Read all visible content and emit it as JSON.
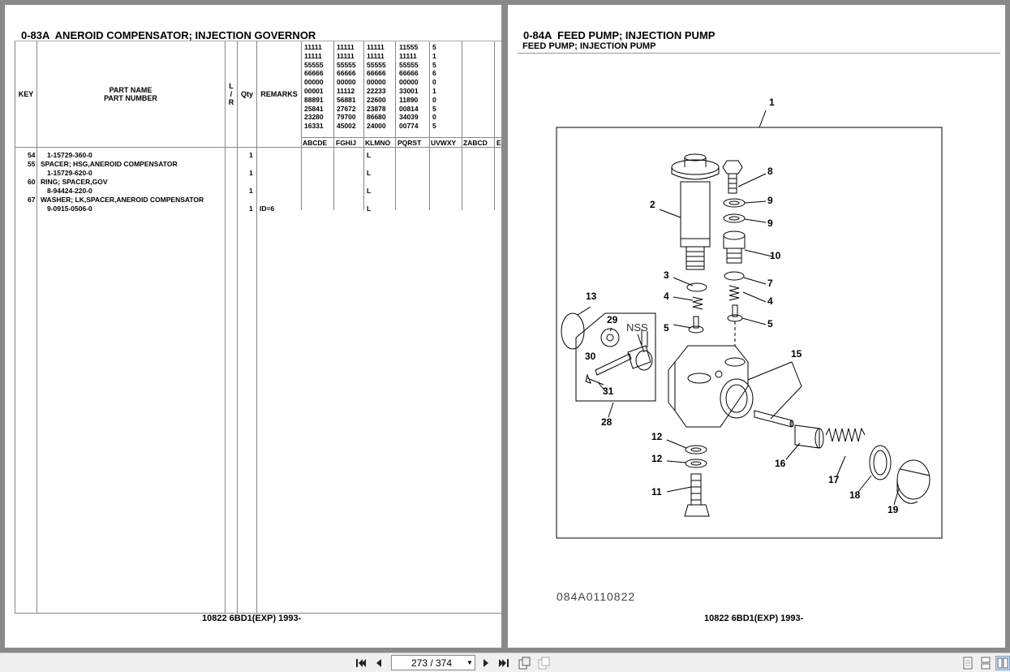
{
  "left_page": {
    "title": "0-83A  ANEROID COMPENSATOR; INJECTION GOVERNOR",
    "footer": "10822 6BD1(EXP) 1993-",
    "columns": {
      "key": "KEY",
      "part_name": "PART NAME",
      "part_number": "PART NUMBER",
      "lr_l": "L",
      "lr_slash": "/",
      "lr_r": "R",
      "qty": "Qty",
      "remarks": "REMARKS"
    },
    "code_columns": [
      {
        "digits": "11111\n11111\n55555\n66666\n00000\n00001\n88891\n25841\n23280\n16331",
        "label": "ABCDE"
      },
      {
        "digits": "11111\n11111\n55555\n66666\n00000\n11112\n56881\n27672\n79700\n45002",
        "label": "FGHIJ"
      },
      {
        "digits": "11111\n11111\n55555\n66666\n00000\n22233\n22600\n23878\n86680\n24000",
        "label": "KLMNO"
      },
      {
        "digits": "11555\n11111\n55555\n66666\n00000\n33001\n11890\n00814\n34039\n00774",
        "label": "PQRST"
      },
      {
        "digits": "5\n1\n5\n6\n0\n1\n0\n5\n0\n5",
        "label": "UVWXY"
      },
      {
        "digits": "",
        "label": "ZABCD"
      },
      {
        "digits": "",
        "label": "E"
      }
    ],
    "rows": [
      {
        "key": "54",
        "name": "",
        "number": "1-15729-360-0",
        "qty": "1",
        "remarks": "",
        "klmno": "L"
      },
      {
        "key": "55",
        "name": "SPACER; HSG,ANEROID COMPENSATOR",
        "number": "1-15729-620-0",
        "qty": "1",
        "remarks": "",
        "klmno": "L"
      },
      {
        "key": "60",
        "name": "RING; SPACER,GOV",
        "number": "8-94424-220-0",
        "qty": "1",
        "remarks": "",
        "klmno": "L"
      },
      {
        "key": "67",
        "name": "WASHER; LK,SPACER,ANEROID COMPENSATOR",
        "number": "9-0915-0506-0",
        "qty": "1",
        "remarks": "ID=6",
        "klmno": "L"
      }
    ]
  },
  "right_page": {
    "title": "0-84A  FEED PUMP; INJECTION PUMP",
    "subtitle": "FEED PUMP; INJECTION PUMP",
    "footer": "10822 6BD1(EXP) 1993-",
    "drawing_code": "084A0110822",
    "nss_label": "NSS",
    "callouts": {
      "c1": "1",
      "c2": "2",
      "c3": "3",
      "c4a": "4",
      "c4b": "4",
      "c5a": "5",
      "c5b": "5",
      "c7": "7",
      "c8": "8",
      "c9a": "9",
      "c9b": "9",
      "c10": "10",
      "c11": "11",
      "c12a": "12",
      "c12b": "12",
      "c13": "13",
      "c15": "15",
      "c16": "16",
      "c17": "17",
      "c18": "18",
      "c19": "19",
      "c28": "28",
      "c29": "29",
      "c30": "30",
      "c31": "31"
    }
  },
  "toolbar": {
    "page_indicator": "273 / 374",
    "icons": [
      "first-page-icon",
      "prev-page-icon",
      "next-page-icon",
      "last-page-icon",
      "rotate-icon",
      "fit-icon",
      "single-page-icon",
      "continuous-icon",
      "two-page-icon"
    ]
  }
}
